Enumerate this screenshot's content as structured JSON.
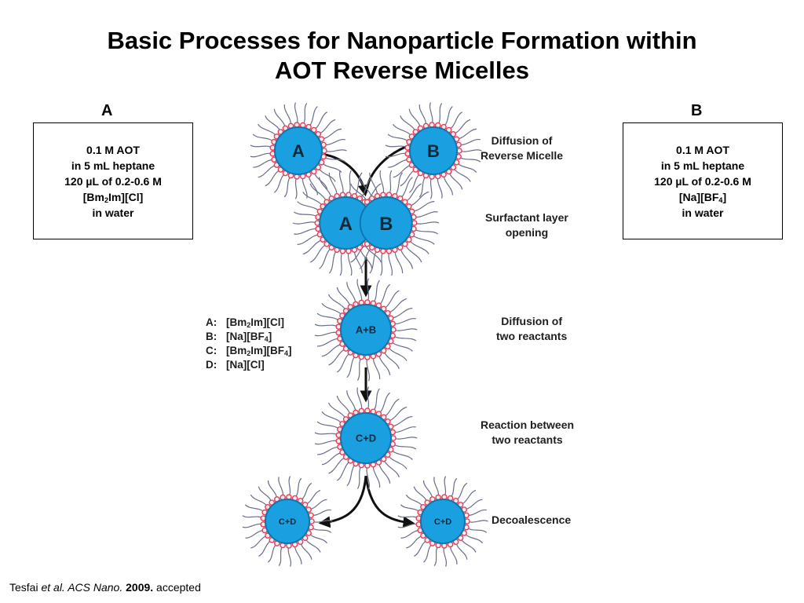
{
  "title": {
    "line1": "Basic Processes for Nanoparticle Formation within",
    "line2": "AOT Reverse Micelles"
  },
  "panels": {
    "a": {
      "letter": "A",
      "lines": [
        "0.1 M AOT",
        "in 5 mL heptane",
        "120 µL of 0.2-0.6 M"
      ],
      "compound": {
        "pre": "[Bm",
        "sub": "2",
        "post": "Im][Cl]"
      },
      "last": "in water"
    },
    "b": {
      "letter": "B",
      "lines": [
        "0.1 M AOT",
        "in 5 mL heptane",
        "120 µL of 0.2-0.6 M"
      ],
      "compound": {
        "pre": "[Na][BF",
        "sub": "4",
        "post": "]"
      },
      "last": "in water"
    }
  },
  "micelles": {
    "a": "A",
    "b": "B",
    "merged_a": "A",
    "merged_b": "B",
    "ab": "A+B",
    "cd": "C+D",
    "cd_left": "C+D",
    "cd_right": "C+D"
  },
  "steps": {
    "diffusion": [
      "Diffusion  of",
      "Reverse Micelle"
    ],
    "opening": [
      "Surfactant layer",
      "opening"
    ],
    "reactants": [
      "Diffusion of",
      "two reactants"
    ],
    "reaction": [
      "Reaction between",
      "two reactants"
    ],
    "decoalescence": [
      "Decoalescence"
    ]
  },
  "legend": {
    "a": {
      "key": "A:",
      "pre": "[Bm",
      "sub": "2",
      "post": "Im][Cl]"
    },
    "b": {
      "key": "B:",
      "pre": "[Na][BF",
      "sub": "4",
      "post": "]"
    },
    "c": {
      "key": "C:",
      "pre": "[Bm",
      "sub": "2",
      "post": "Im][BF",
      "sub2": "4",
      "post2": "]"
    },
    "d": {
      "key": "D:",
      "pre": "[Na][Cl]"
    }
  },
  "citation": {
    "author": "Tesfai ",
    "etal": "et al.",
    "journal": " ACS Nano.",
    "year": " 2009.",
    "status": " accepted"
  },
  "colors": {
    "core": "#1aa0e0",
    "core_edge": "#0f77ad",
    "bead": "#e0405a",
    "tail": "#6a6f8a",
    "arrow": "#111111"
  }
}
